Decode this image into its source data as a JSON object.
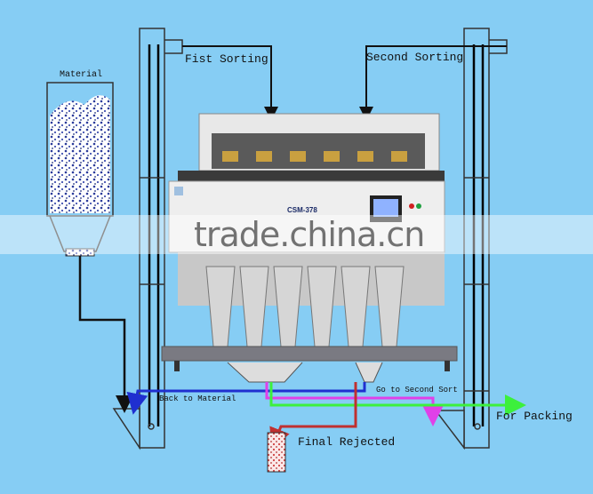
{
  "labels": {
    "material": "Material",
    "first_sorting": "Fist Sorting",
    "second_sorting": "Second Sorting",
    "back_to_material": "Back to Material",
    "go_to_second_sort": "Go to Second Sort",
    "for_packing": "For Packing",
    "final_rejected": "Final Rejected"
  },
  "machine": {
    "model": "CSM-378"
  },
  "watermark": "trade.china.cn",
  "colors": {
    "background": "#86cdf4",
    "back_to_material_flow": "#1f2fd0",
    "second_sort_flow": "#e040e8",
    "packing_flow": "#3cf03c",
    "rejected_flow": "#c03030"
  }
}
